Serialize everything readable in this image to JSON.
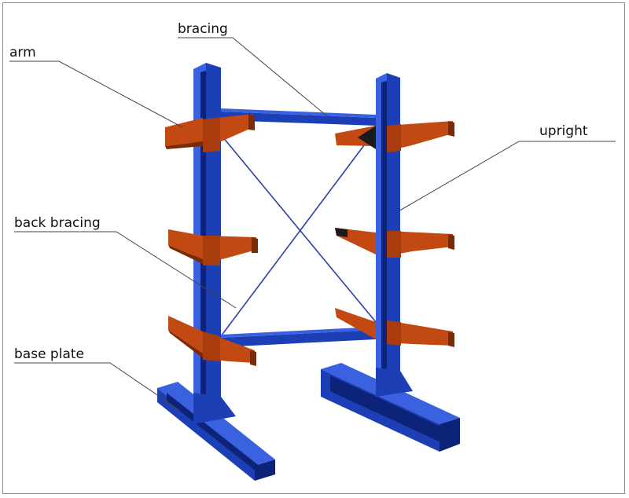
{
  "labels": {
    "arm": "arm",
    "bracing": "bracing",
    "upright": "upright",
    "back_bracing": "back bracing",
    "base_plate": "base plate"
  },
  "colors": {
    "frame_blue": "#1c3fb5",
    "frame_blue_dark": "#0d2378",
    "frame_blue_light": "#3a62e0",
    "arm_orange": "#c24a12",
    "arm_orange_dark": "#7a2a05",
    "leader": "#444444"
  }
}
